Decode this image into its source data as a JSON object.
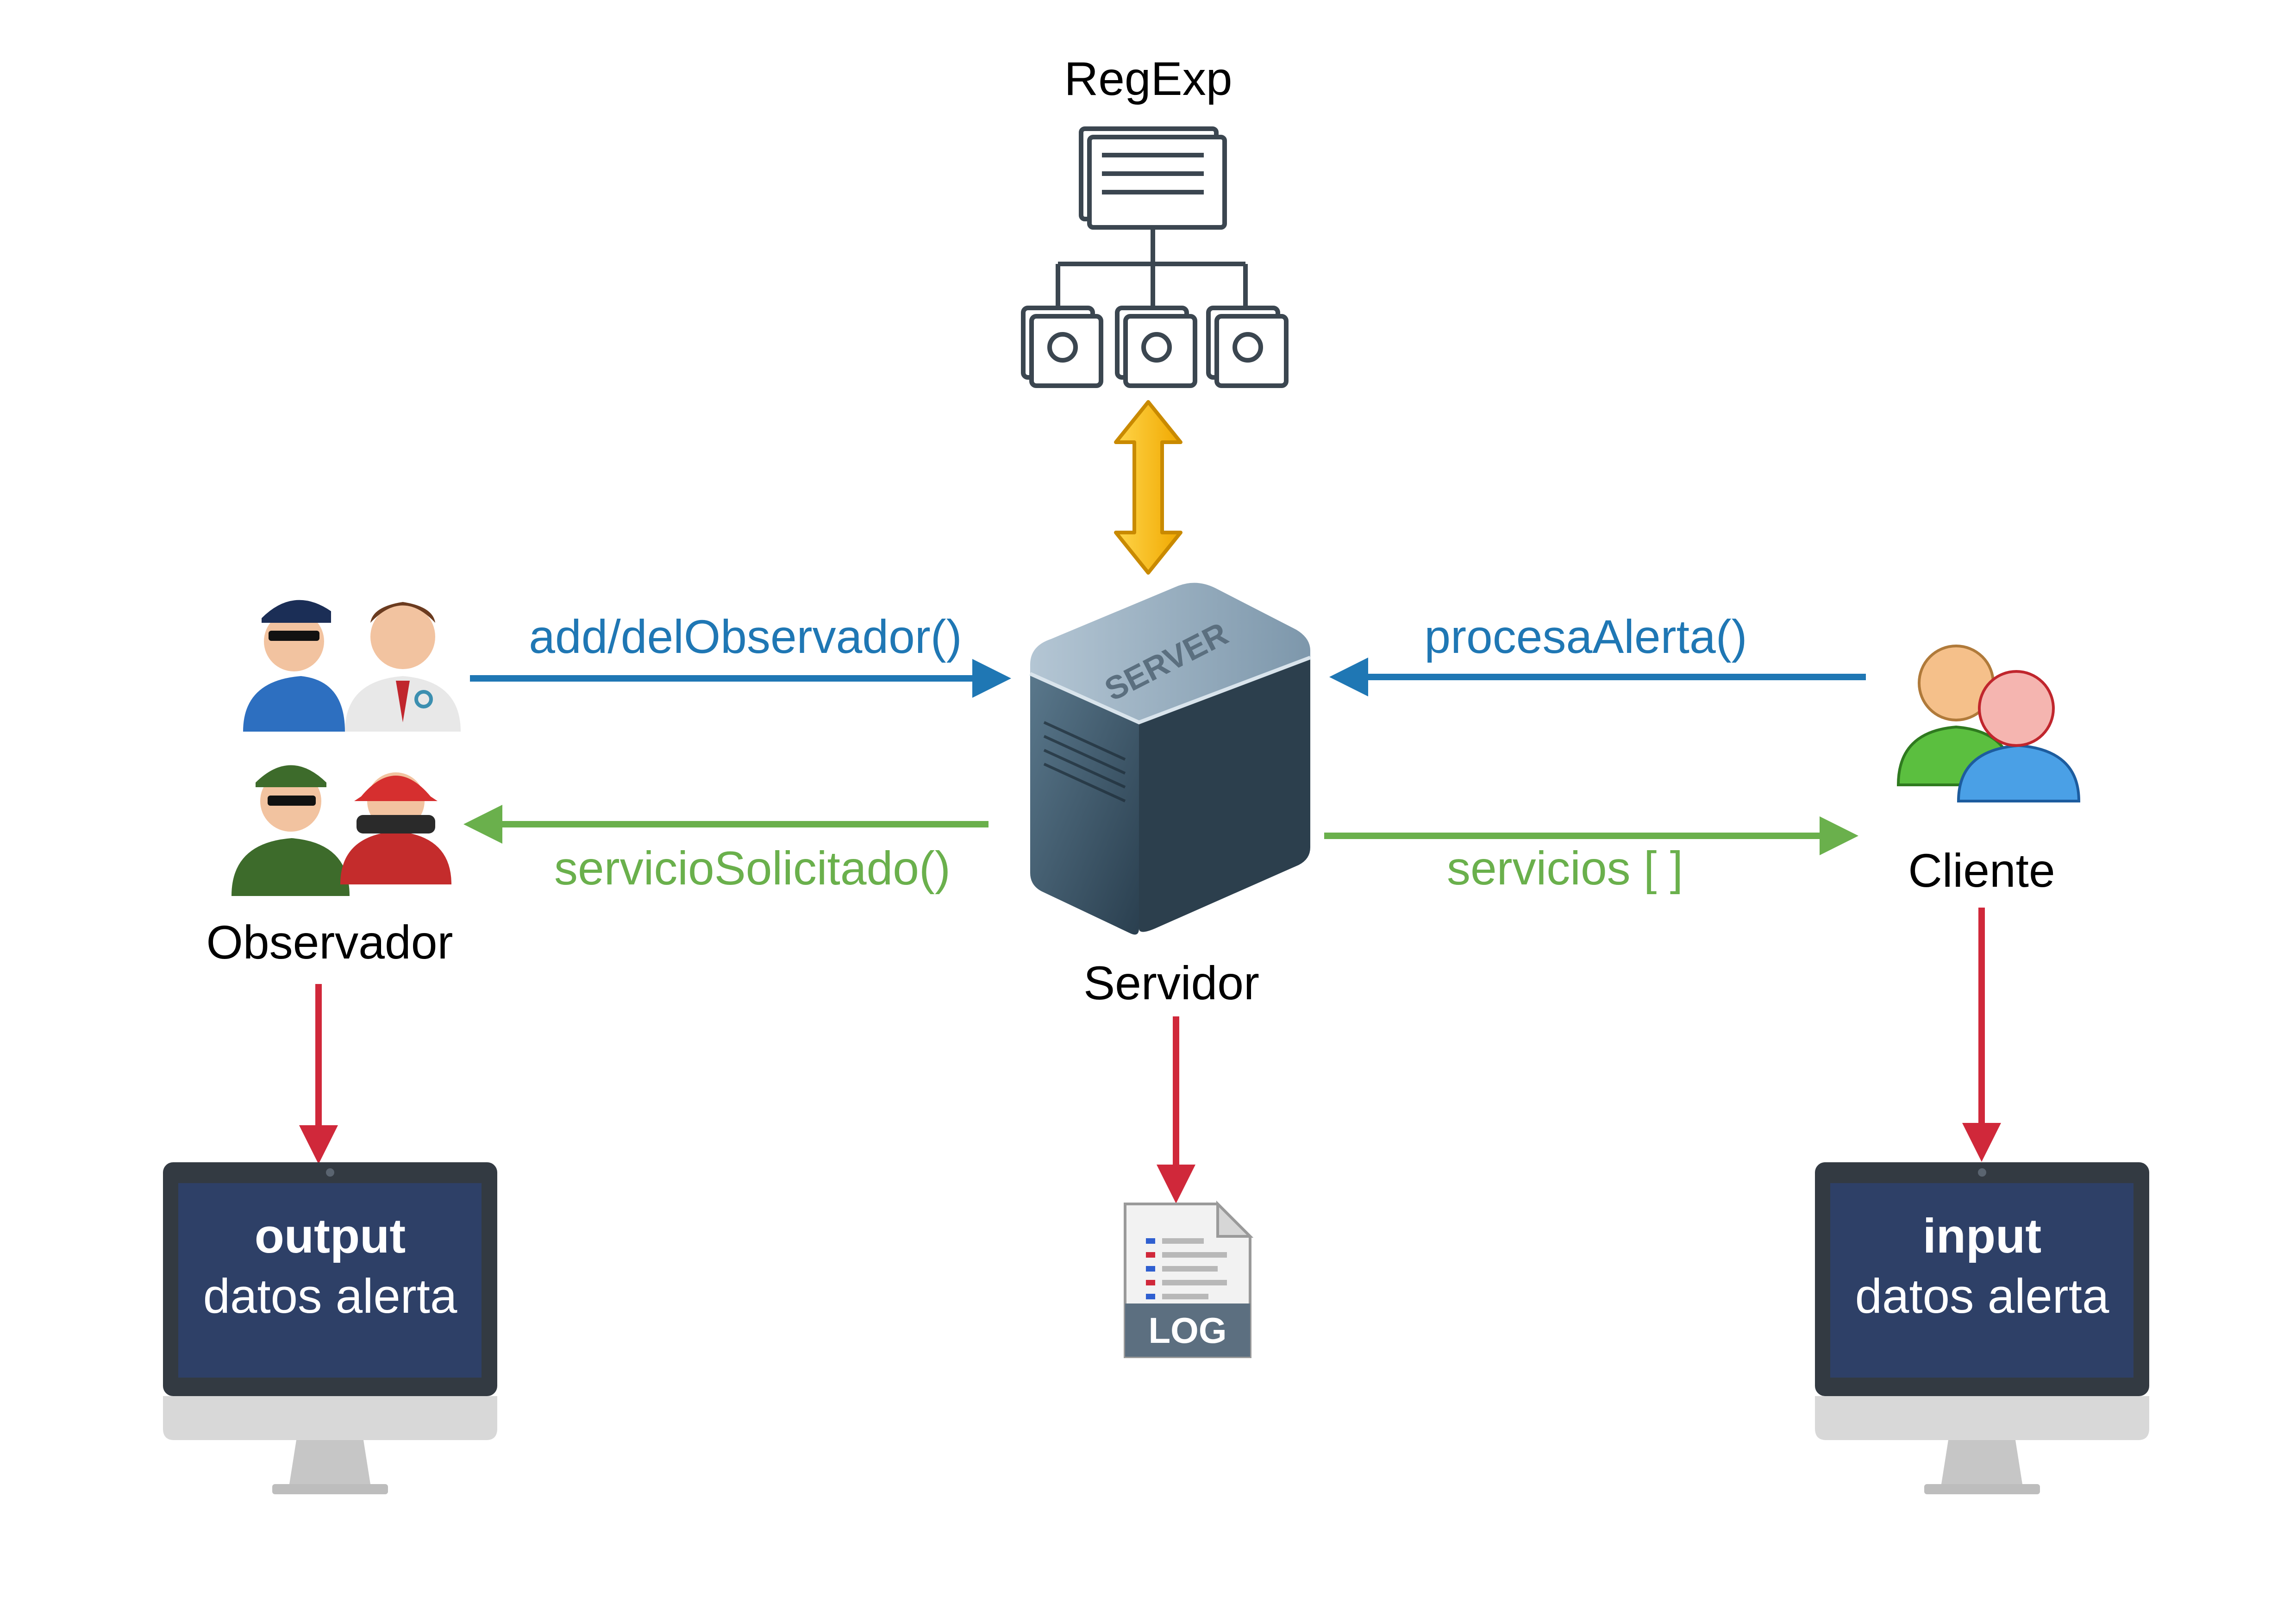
{
  "nodes": {
    "regexp": {
      "label": "RegExp",
      "icon": "hierarchy-icon"
    },
    "servidor": {
      "label": "Servidor",
      "icon": "server-icon",
      "server_text": "SERVER"
    },
    "observador": {
      "label": "Observador",
      "icons": [
        "police-icon",
        "doctor-icon",
        "soldier-icon",
        "firefighter-icon"
      ]
    },
    "cliente": {
      "label": "Cliente",
      "icon": "users-icon"
    },
    "log": {
      "label": "LOG",
      "icon": "log-file-icon"
    }
  },
  "edges": {
    "add_del": {
      "label": "add/delObservador()",
      "color": "#1f77b4"
    },
    "servicio_solicitado": {
      "label": "servicioSolicitado()",
      "color": "#6ab04c"
    },
    "procesa_alerta": {
      "label": "procesaAlerta()",
      "color": "#1f77b4"
    },
    "servicios": {
      "label": "servicios [ ]",
      "color": "#6ab04c"
    },
    "regexp_link": {
      "color": "#f7c22b"
    },
    "red_links": {
      "color": "#d0283a"
    }
  },
  "monitors": {
    "output": {
      "title": "output",
      "subtitle": "datos alerta",
      "icon": "monitor-icon"
    },
    "input": {
      "title": "input",
      "subtitle": "datos alerta",
      "icon": "monitor-icon"
    }
  },
  "colors": {
    "screen": "#2e4067",
    "bezel": "#333a42",
    "server_top": "#8aa3b8",
    "server_side": "#3c5668"
  }
}
